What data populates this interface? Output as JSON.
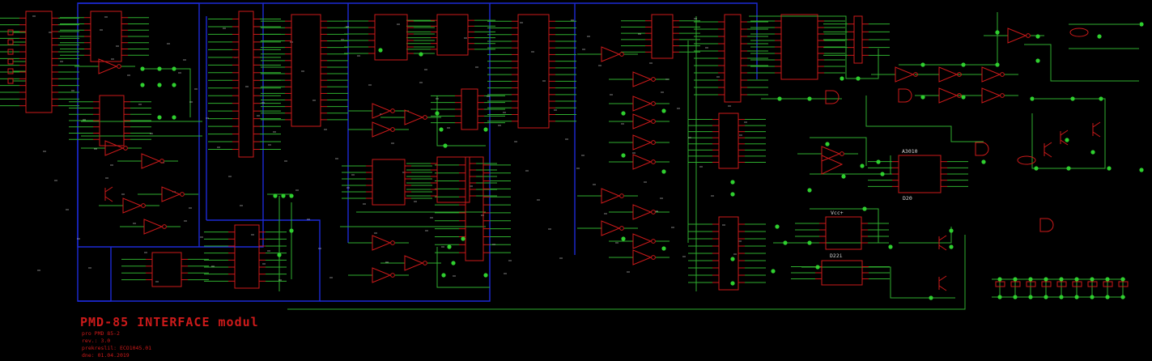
{
  "title_block": {
    "title": "PMD-85 INTERFACE modul",
    "line1": "pro PMD 85-2",
    "line2": "rev.: 3.0",
    "line3": "prekreslil: ECO1045.01",
    "line4": "dne: 01.04.2019"
  },
  "part_labels": {
    "a": "A3010",
    "b": "D20",
    "c": "Vcc+",
    "d": "D22i"
  },
  "colors": {
    "background": "#000000",
    "wire": "#2fae2f",
    "part": "#cc1a1a",
    "bus": "#1c2ad6",
    "junction": "#2fcf2f",
    "pin_text": "#d8d8d8"
  }
}
